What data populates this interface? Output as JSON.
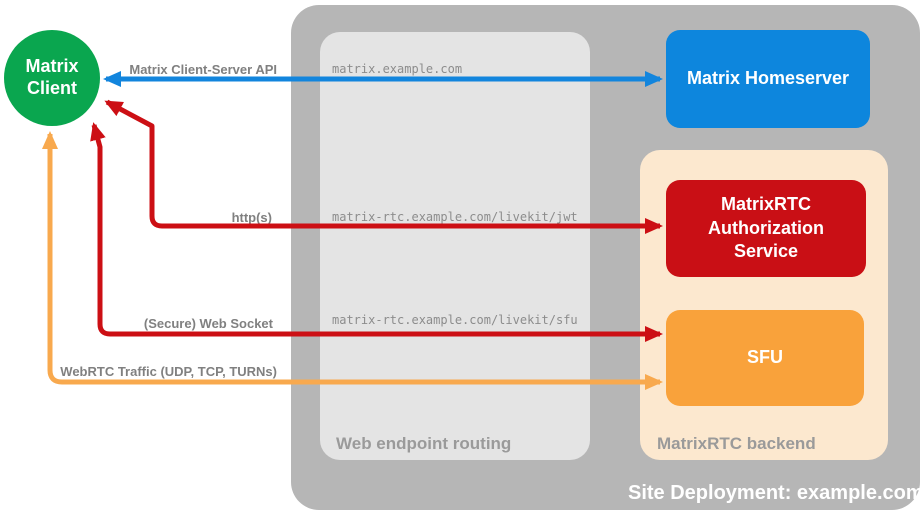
{
  "colors": {
    "page_bg": "#ffffff",
    "site_container": "#b6b6b6",
    "routing_box": "#e4e4e4",
    "backend_box": "#fce8cf",
    "client_green": "#0aa64f",
    "homeserver_blue": "#0d86dd",
    "auth_red": "#c90f15",
    "sfu_orange": "#f9a23b",
    "blue_arrow": "#1285dd",
    "red_arrow": "#cc0f14",
    "orange_arrow": "#f8a94e",
    "arrow_label_gray": "#808080",
    "endpoint_gray": "#8c8c8c",
    "container_label_gray": "#9a9a9a",
    "site_label_white": "#ffffff"
  },
  "nodes": {
    "client": {
      "label": "Matrix Client"
    },
    "homeserver": {
      "label": "Matrix Homeserver"
    },
    "auth_service": {
      "label": "MatrixRTC Authorization Service"
    },
    "sfu": {
      "label": "SFU"
    }
  },
  "containers": {
    "site": {
      "label": "Site Deployment: example.com"
    },
    "routing": {
      "label": "Web endpoint routing"
    },
    "backend": {
      "label": "MatrixRTC backend"
    }
  },
  "routing_endpoints": [
    {
      "path": "matrix.example.com"
    },
    {
      "path": "matrix-rtc.example.com/livekit/jwt"
    },
    {
      "path": "matrix-rtc.example.com/livekit/sfu"
    }
  ],
  "arrows": [
    {
      "id": "client-server-api",
      "label": "Matrix Client-Server API"
    },
    {
      "id": "https",
      "label": "http(s)"
    },
    {
      "id": "websocket",
      "label": "(Secure) Web Socket"
    },
    {
      "id": "webrtc",
      "label": "WebRTC Traffic (UDP, TCP, TURNs)"
    }
  ]
}
